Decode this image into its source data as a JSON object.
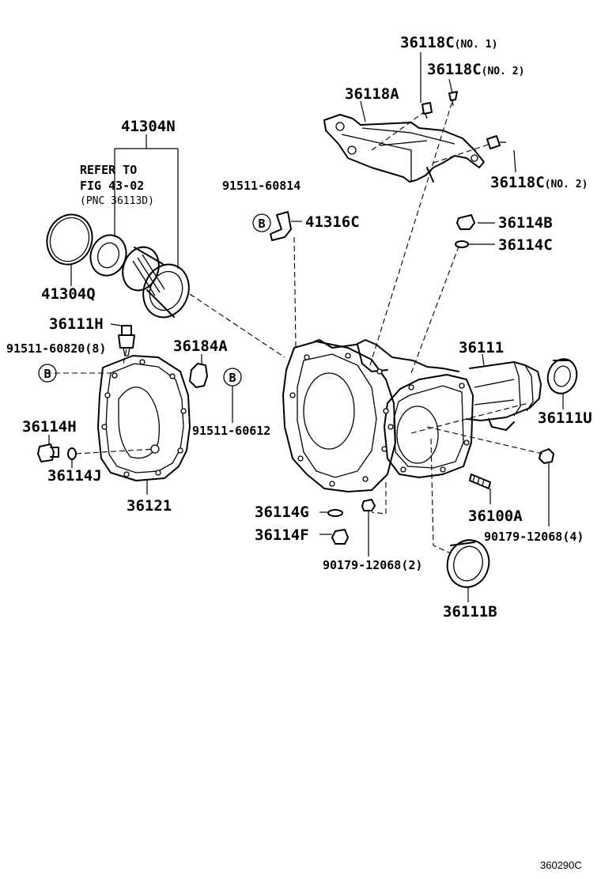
{
  "labels": {
    "p36118c_1": "36118C",
    "p36118c_1_sfx": "(NO. 1)",
    "p36118c_2a": "36118C",
    "p36118c_2a_sfx": "(NO. 2)",
    "p36118a": "36118A",
    "p36118c_2b": "36118C",
    "p36118c_2b_sfx": "(NO. 2)",
    "p41304n": "41304N",
    "refer_line1": "REFER TO",
    "refer_line2": "FIG 43-02",
    "refer_line3": "(PNC 36113D)",
    "p91511_60814": "91511-60814",
    "p41316c": "41316C",
    "p36114b": "36114B",
    "p36114c": "36114C",
    "p41304q": "41304Q",
    "p36111h": "36111H",
    "p91511_60820": "91511-60820(8)",
    "p36184a": "36184A",
    "p36111": "36111",
    "p36111u": "36111U",
    "p36114h": "36114H",
    "p91511_60612": "91511-60612",
    "p36114j": "36114J",
    "p36121": "36121",
    "p36114g": "36114G",
    "p36100a": "36100A",
    "p36114f": "36114F",
    "p90179_12068_4": "90179-12068(4)",
    "p90179_12068_2": "90179-12068(2)",
    "p36111b": "36111B",
    "callout_b": "B",
    "footer_code": "360290C"
  }
}
